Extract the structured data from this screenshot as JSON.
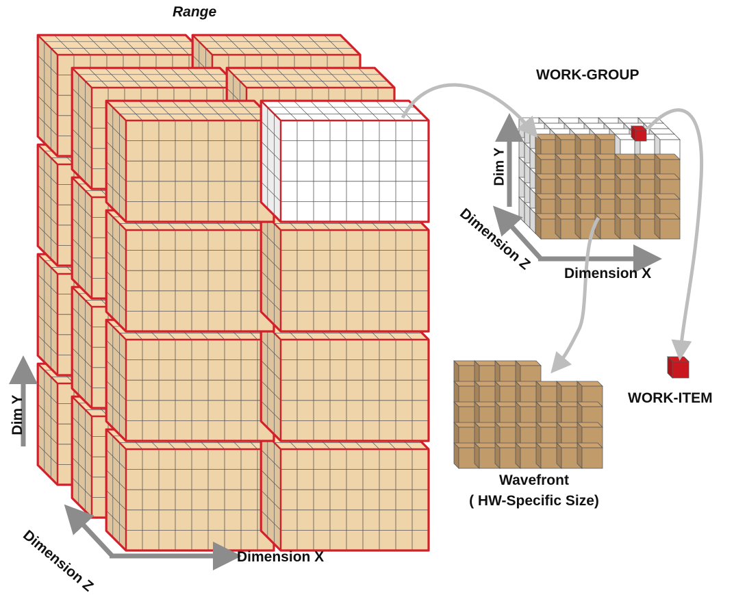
{
  "labels": {
    "range": "Range",
    "work_group": "WORK-GROUP",
    "work_item": "WORK-ITEM",
    "wavefront": "Wavefront",
    "wavefront_sub": "( HW-Specific Size)",
    "dimension_x": "Dimension X",
    "dimension_z": "Dimension Z",
    "dim_y": "Dim Y"
  },
  "colors": {
    "cell_tan": "#EFD3A9",
    "cell_brown": "#C29B6B",
    "frame_red": "#D0202A",
    "work_item_red": "#C8171E",
    "arrow_gray": "#8C8C8C",
    "connector_gray": "#BDBDBD",
    "grid_line": "#555555"
  },
  "range_grid": {
    "columns": 2,
    "rows": 4,
    "depth": 3,
    "cells_per_block": [
      9,
      6
    ]
  },
  "work_group": {
    "highlighted_block": "top-right-front"
  }
}
